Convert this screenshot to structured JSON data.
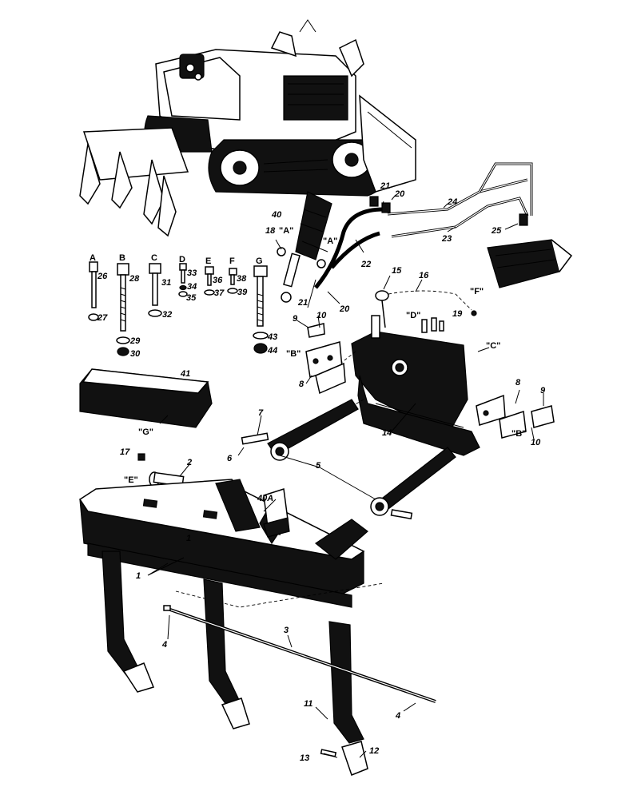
{
  "callouts": {
    "c1": "1",
    "c1b": "1",
    "c2": "2",
    "c3": "3",
    "c4a": "4",
    "c4b": "4",
    "c5": "5",
    "c6": "6",
    "c7": "7",
    "c8a": "8",
    "c8b": "8",
    "c9a": "9",
    "c9b": "9",
    "c10a": "10",
    "c10b": "10",
    "c11": "11",
    "c12": "12",
    "c13": "13",
    "c14": "14",
    "c15": "15",
    "c16": "16",
    "c17": "17",
    "c18": "18",
    "c19": "19",
    "c20a": "20",
    "c20b": "20",
    "c21a": "21",
    "c21b": "21",
    "c22": "22",
    "c23": "23",
    "c24": "24",
    "c25": "25",
    "c26": "26",
    "c27": "27",
    "c28": "28",
    "c29": "29",
    "c30": "30",
    "c31": "31",
    "c32": "32",
    "c33": "33",
    "c34": "34",
    "c35": "35",
    "c36": "36",
    "c37": "37",
    "c38": "38",
    "c39": "39",
    "c40": "40",
    "c40a": "40A",
    "c41": "41",
    "c43": "43",
    "c44": "44"
  },
  "hardware_columns": {
    "A": "A",
    "B": "B",
    "C": "C",
    "D": "D",
    "E": "E",
    "F": "F",
    "G": "G"
  },
  "reference_letters": {
    "A1": "\"A\"",
    "A2": "\"A\"",
    "B1": "\"B\"",
    "B2": "\"B\"",
    "C": "\"C\"",
    "D": "\"D\"",
    "E": "\"E\"",
    "F": "\"F\"",
    "G": "\"G\""
  },
  "colors": {
    "ink": "#111111",
    "paper": "#ffffff"
  }
}
